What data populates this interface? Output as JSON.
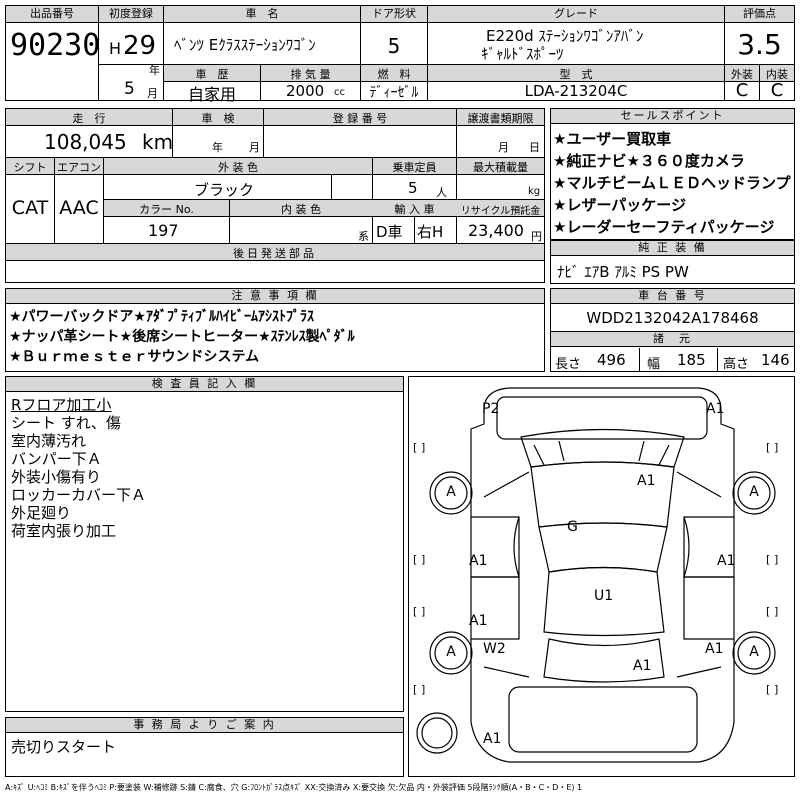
{
  "header": {
    "lot_label": "出品番号",
    "lot_number": "90230",
    "first_reg_label": "初度登録",
    "era_letter": "H",
    "reg_year": "29",
    "year_unit": "年",
    "reg_month": "5",
    "month_unit": "月",
    "car_name_label": "車　名",
    "car_name": "ﾍﾞﾝﾂ Eｸﾗｽｽﾃｰｼｮﾝﾜｺﾞﾝ",
    "doors_label": "ドア形状",
    "doors": "5",
    "grade_label": "グレード",
    "grade_line1": "E220d ｽﾃｰｼｮﾝﾜｺﾞﾝｱﾊﾞﾝ",
    "grade_line2": "ｷﾞｬﾙﾄﾞｽﾎﾟｰﾂ",
    "score_label": "評価点",
    "score": "3.5",
    "exterior_label": "外装",
    "exterior": "C",
    "interior_label": "内装",
    "interior": "C",
    "history_label": "車　歴",
    "history": "自家用",
    "displacement_label": "排 気 量",
    "displacement": "2000",
    "cc": "cc",
    "fuel_label": "燃　料",
    "fuel": "ﾃﾞｨｰｾﾞﾙ",
    "model_label": "型　式",
    "model": "LDA-213204C"
  },
  "specs": {
    "mileage_label": "走　行",
    "mileage": "108,045",
    "mileage_unit": "km",
    "inspection_label": "車　検",
    "inspection_year_unit": "年",
    "inspection_month_unit": "月",
    "plate_label": "登 録 番 号",
    "plate": "",
    "transfer_label": "譲渡書類期限",
    "transfer_month_unit": "月",
    "transfer_day_unit": "日",
    "shift_label": "シフト",
    "shift": "CAT",
    "ac_label": "エアコン",
    "ac": "AAC",
    "ext_color_label": "外 装 色",
    "ext_color": "ブラック",
    "capacity_label": "乗車定員",
    "capacity": "5",
    "capacity_unit": "人",
    "load_label": "最大積載量",
    "load_unit": "kg",
    "color_no_label": "カラー No.",
    "color_no": "197",
    "int_color_label": "内 装 色",
    "int_color_unit": "系",
    "import_label": "輸 入 車",
    "import_value": "D車",
    "steering": "右H",
    "recycle_label": "リサイクル預託金",
    "recycle": "23,400",
    "recycle_unit": "円",
    "later_label": "後日発送部品",
    "later": ""
  },
  "sales_points": {
    "label": "セールスポイント",
    "items": [
      "★ユーザー買取車",
      "★純正ナビ★３６０度カメラ",
      "★マルチビームＬＥＤヘッドランプ",
      "★レザーパッケージ",
      "★レーダーセーフティパッケージ"
    ]
  },
  "equipment": {
    "label": "純 正 装 備",
    "value": "ﾅﾋﾞ ｴｱB ｱﾙﾐ PS PW"
  },
  "caution": {
    "label": "注 意 事 項 欄",
    "items": [
      "★パワーバックドア★ｱﾀﾞﾌﾟﾃｨﾌﾞﾙﾊｲﾋﾞｰﾑｱｼｽﾄﾌﾟﾗｽ",
      "★ナッパ革シート★後席シートヒーター★ｽﾃﾝﾚｽ製ﾍﾟﾀﾞﾙ",
      "★Ｂｕｒｍｅｓｔｅｒサウンドシステム"
    ]
  },
  "chassis": {
    "label": "車 台 番 号",
    "value": "WDD2132042A178468"
  },
  "dimensions": {
    "label": "諸　元",
    "length_label": "長さ",
    "length": "496",
    "width_label": "幅",
    "width": "185",
    "height_label": "高さ",
    "height": "146"
  },
  "inspector": {
    "label": "検 査 員 記 入 欄",
    "lines": [
      "Rフロア加工小",
      "シート すれ、傷",
      "室内薄汚れ",
      "バンパー下Ａ",
      "外装小傷有り",
      "ロッカーカバー下Ａ",
      "外足廻り",
      "荷室内張り加工"
    ]
  },
  "diagram": {
    "marks": {
      "p2": "P2",
      "a1_rear_right": "A1",
      "a1_roof": "A1",
      "g": "G",
      "u1": "U1",
      "a1_left_door_rear": "A1",
      "a1_left_door_front": "A1",
      "a1_right_door_rear": "A1",
      "a1_right_door_front": "A1",
      "w2": "W2",
      "a1_hood": "A1",
      "a1_front_bumper": "A1",
      "tire_rl": "A",
      "tire_rr": "A",
      "tire_fl": "A",
      "tire_fr": "A"
    }
  },
  "office": {
    "label": "事 務 局 よ り ご 案 内",
    "text": "売切りスタート"
  },
  "legend": "A:ｷｽﾞ U:ﾍｺﾐ B:ｷｽﾞを伴うﾍｺﾐ P:要塗装 W:補修跡 S:錆 C:腐食、穴 G:ﾌﾛﾝﾄｶﾞﾗｽ点ｷｽﾞ XX:交換済み X:要交換 欠:欠品 内・外装評価 5段階ﾗﾝｸ順(A・B・C・D・E) 1"
}
